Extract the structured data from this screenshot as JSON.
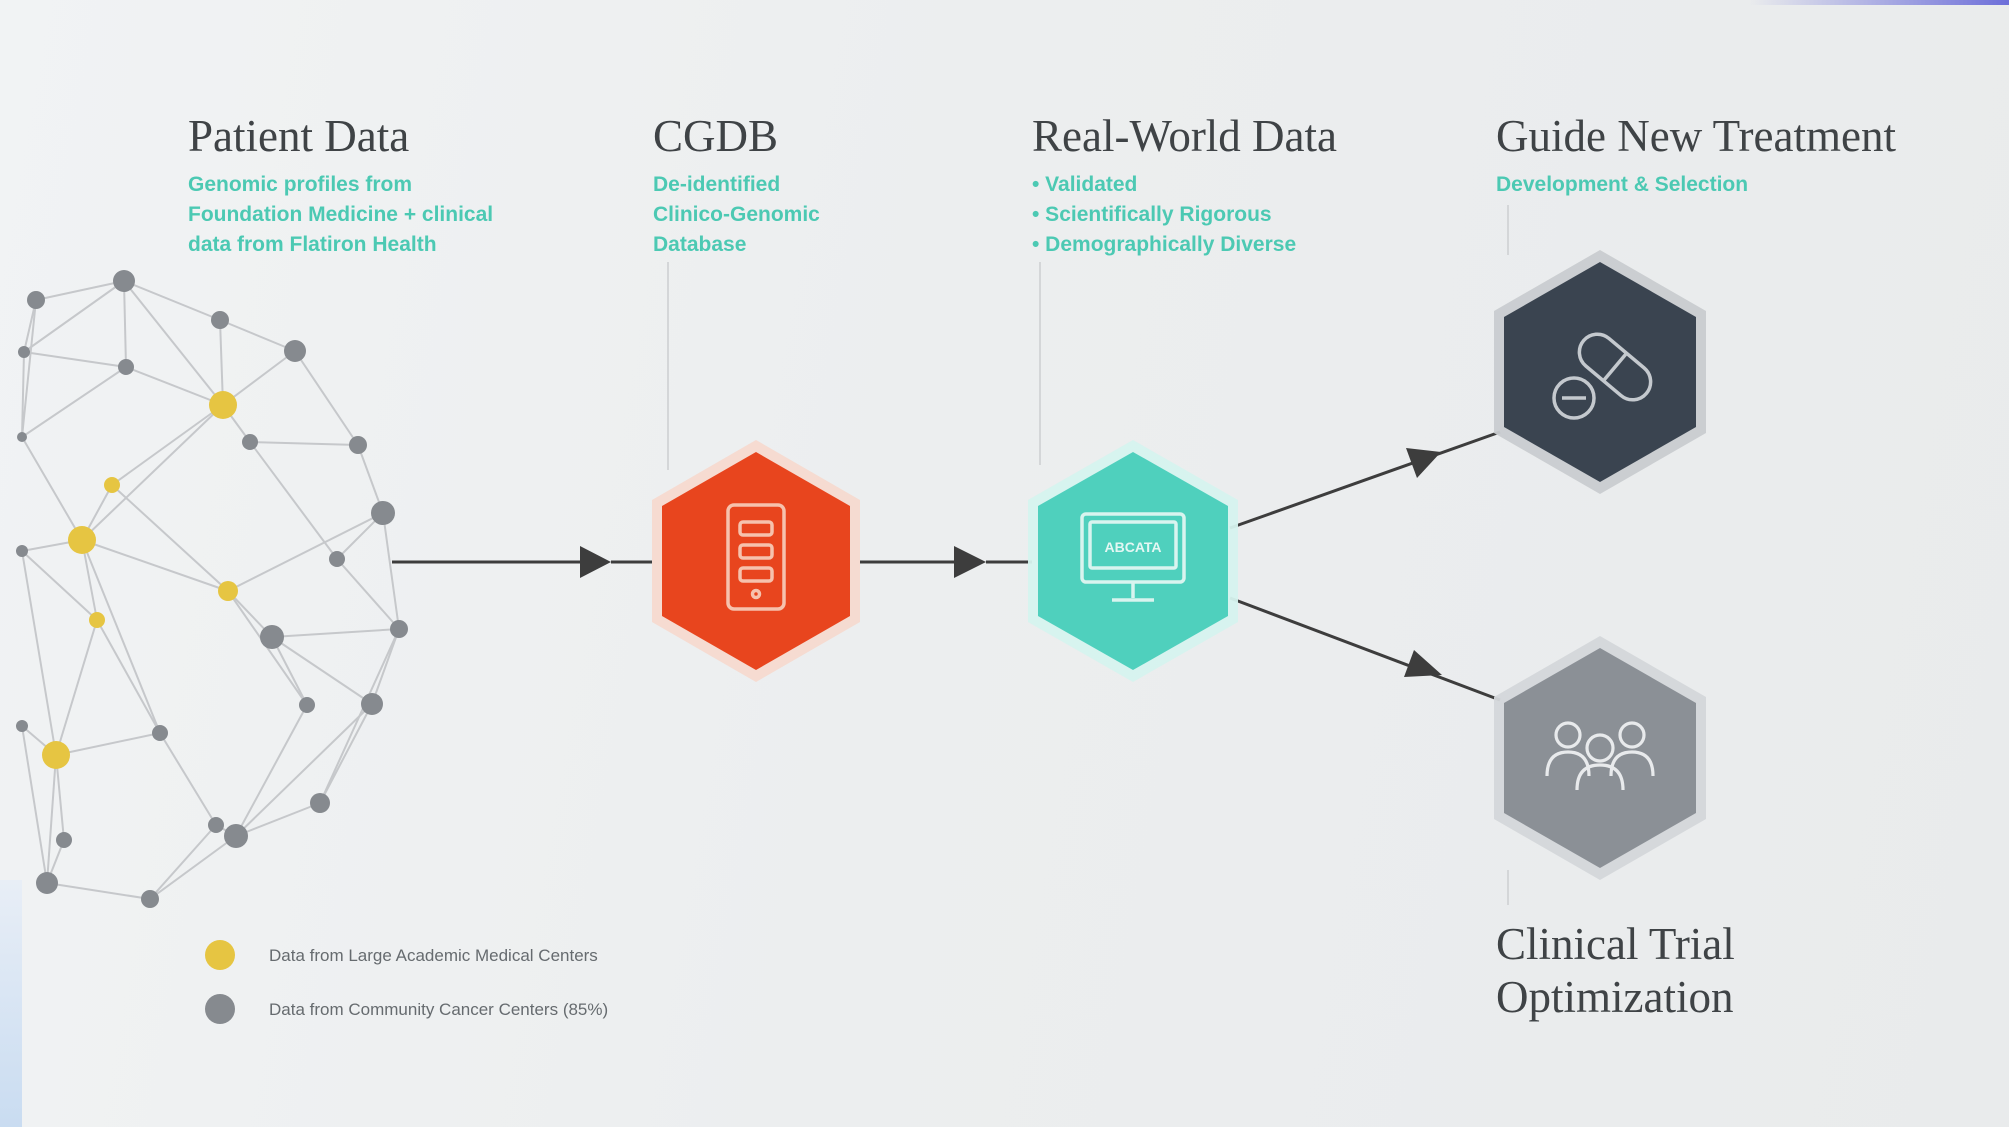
{
  "columns": [
    {
      "title": "Patient Data",
      "subtitle": [
        "Genomic profiles from",
        "Foundation Medicine + clinical",
        "data from Flatiron Health"
      ]
    },
    {
      "title": "CGDB",
      "subtitle": [
        "De-identified",
        "Clinico-Genomic",
        "Database"
      ]
    },
    {
      "title": "Real-World Data",
      "subtitle": [
        "• Validated",
        "• Scientifically Rigorous",
        "• Demographically Diverse"
      ]
    },
    {
      "title": "Guide New Treatment",
      "subtitle": [
        "Development & Selection"
      ]
    }
  ],
  "outcome_bottom": {
    "title_lines": [
      "Clinical Trial",
      "Optimization"
    ]
  },
  "nodes": {
    "cgdb": {
      "icon": "database-server-icon",
      "color": "#e8451e"
    },
    "rwd": {
      "icon": "monitor-icon",
      "screen_text": "ABCATA",
      "color": "#4fd0bd"
    },
    "treatment": {
      "icon": "pill-icon",
      "color": "#3a4450"
    },
    "trial": {
      "icon": "people-icon",
      "color": "#8b9096"
    }
  },
  "legend": [
    {
      "label": "Data from Large Academic Medical Centers",
      "color": "#e6c542"
    },
    {
      "label": "Data from Community Cancer Centers (85%)",
      "color": "#868a8f"
    }
  ],
  "colors": {
    "accent": "#4cc9b3",
    "title": "#3f4346",
    "line": "#3d3d3d",
    "network_line": "#c6c8cb"
  }
}
